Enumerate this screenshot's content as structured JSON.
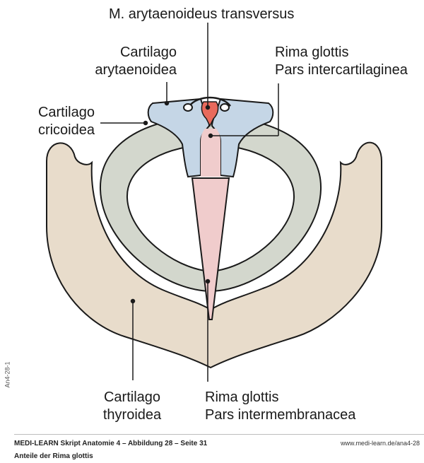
{
  "labels": {
    "m_arytaenoideus": "M. arytaenoideus transversus",
    "cart_arytaenoidea_1": "Cartilago",
    "cart_arytaenoidea_2": "arytaenoidea",
    "rima_intercart_1": "Rima glottis",
    "rima_intercart_2": "Pars intercartilaginea",
    "cart_cricoidea_1": "Cartilago",
    "cart_cricoidea_2": "cricoidea",
    "cart_thyroidea_1": "Cartilago",
    "cart_thyroidea_2": "thyroidea",
    "rima_intermem_1": "Rima glottis",
    "rima_intermem_2": "Pars intermembranacea"
  },
  "side_code": "An4-28-1",
  "footer": {
    "title": "MEDI-LEARN Skript Anatomie 4 – Abbildung 28 – Seite 31",
    "subtitle": "Anteile der Rima glottis",
    "url": "www.medi-learn.de/ana4-28"
  },
  "colors": {
    "thyroid": "#e8dccb",
    "cricoid": "#d3d7cd",
    "arytenoid": "#c5d6e6",
    "rima": "#f0cccc",
    "muscle": "#e86a5c",
    "outline": "#1a1a1a"
  }
}
